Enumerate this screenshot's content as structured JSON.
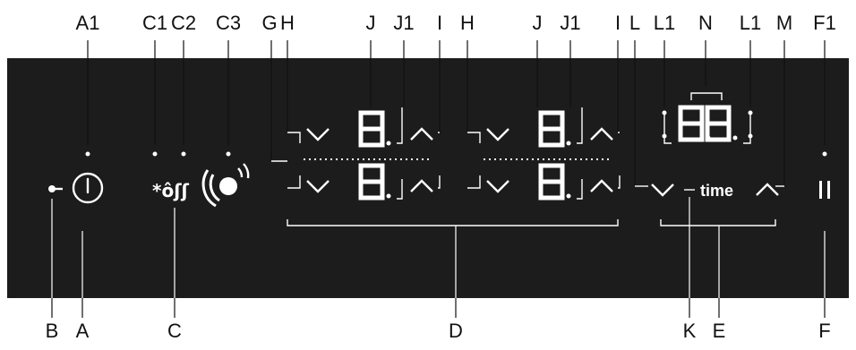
{
  "panel": {
    "background": "#1c1c1c",
    "line_color": "#ffffff",
    "time_label": "time"
  },
  "callouts_top": [
    "A1",
    "C1",
    "C2",
    "C3",
    "G",
    "H",
    "J",
    "J1",
    "I",
    "H",
    "J",
    "J1",
    "I",
    "L",
    "L1",
    "N",
    "L1",
    "M",
    "F1"
  ],
  "callouts_bottom": [
    "B",
    "A",
    "C",
    "D",
    "K",
    "E",
    "F"
  ],
  "displays": {
    "cooking_zone_digit": "8.",
    "timer_digits": "88."
  },
  "icons": {
    "power": "power-icon",
    "lock": "key-lock-icon",
    "sensor": "frying-sensor-icon",
    "pause": "pause-icon",
    "heat_symbols": "*&#x1F4A7;&#x2668;"
  }
}
